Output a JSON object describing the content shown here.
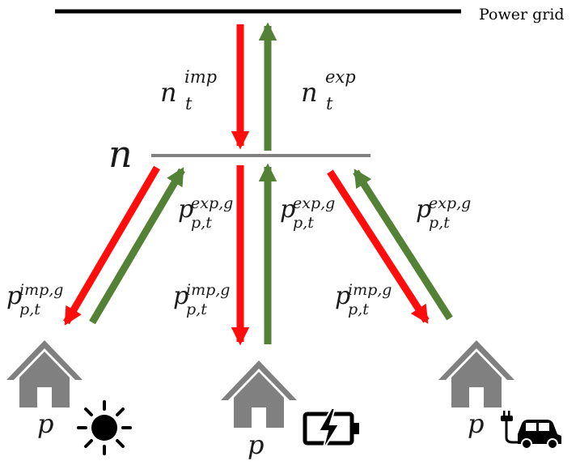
{
  "colors": {
    "import": "#ff0d0d",
    "export": "#538135",
    "grid_line": "#000000",
    "bus_line": "#808080",
    "house": "#808080",
    "icon": "#000000"
  },
  "grid": {
    "label": "Power grid"
  },
  "node": {
    "label": "n"
  },
  "community_flows": {
    "import": {
      "base": "n",
      "sub": "t",
      "sup": "imp"
    },
    "export": {
      "base": "n",
      "sub": "t",
      "sup": "exp"
    }
  },
  "prosumer_flows": {
    "import": {
      "base": "p",
      "sub": "p,t",
      "sup": "imp,g"
    },
    "export": {
      "base": "p",
      "sub": "p,t",
      "sup": "exp,g"
    }
  },
  "prosumers": [
    {
      "label": "p",
      "device": "sun-icon"
    },
    {
      "label": "p",
      "device": "battery-charging-icon"
    },
    {
      "label": "p",
      "device": "electric-car-icon"
    }
  ]
}
